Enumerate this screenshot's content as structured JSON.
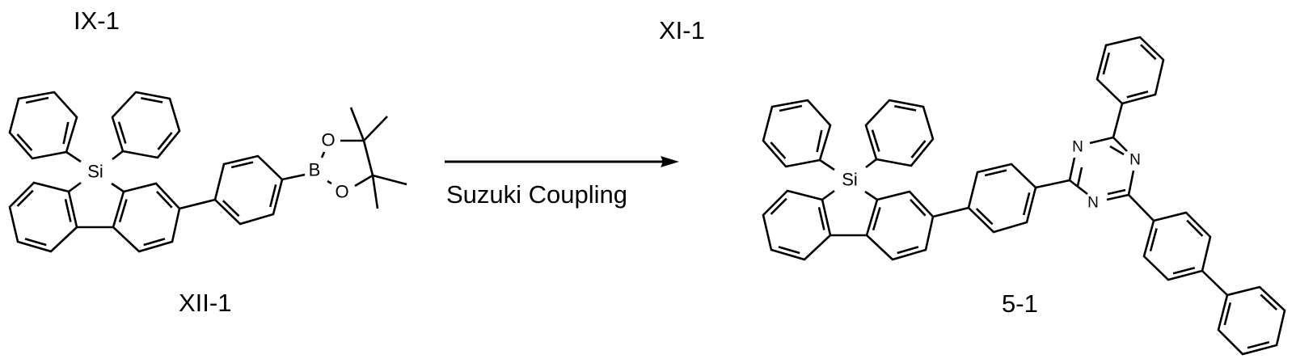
{
  "reaction": {
    "compound_labels": {
      "reagent_top": "IX-1",
      "reactant": "XII-1",
      "coreagent_top": "XI-1",
      "product": "5-1"
    },
    "arrow": {
      "condition_below": "Suzuki Coupling"
    },
    "atoms": {
      "si": "Si",
      "boron": "B",
      "oxygen": "O",
      "nitrogen": "N"
    }
  },
  "colors": {
    "ink": "#000000",
    "background": "#ffffff"
  }
}
